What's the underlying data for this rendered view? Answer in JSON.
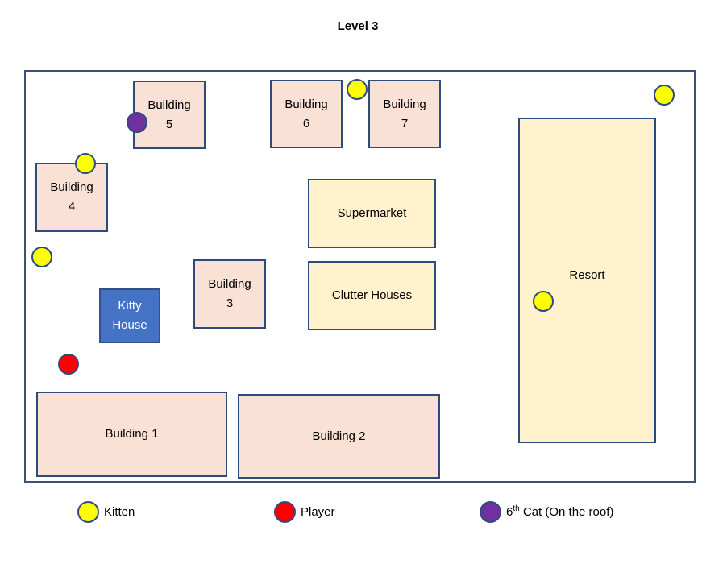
{
  "title": "Level 3",
  "colors": {
    "kitten": "#ffff00",
    "player": "#ff0000",
    "sixth_cat": "#7030a0",
    "building_fill": "#f9e1d5",
    "store_fill": "#fff2cc",
    "kitty_house_fill": "#4472c4",
    "outline": "#2f4b7c"
  },
  "buildings": {
    "b5": "Building\n5",
    "b6": "Building\n6",
    "b7": "Building\n7",
    "b4": "Building\n4",
    "b3": "Building\n3",
    "supermarket": "Supermarket",
    "clutter": "Clutter Houses",
    "kitty": "Kitty\nHouse",
    "resort": "Resort",
    "b1": "Building 1",
    "b2": "Building 2"
  },
  "legend": {
    "kitten": "Kitten",
    "player": "Player",
    "sixth_cat_num": "6",
    "sixth_cat_sup": "th",
    "sixth_cat_rest": " Cat (On the roof)"
  }
}
